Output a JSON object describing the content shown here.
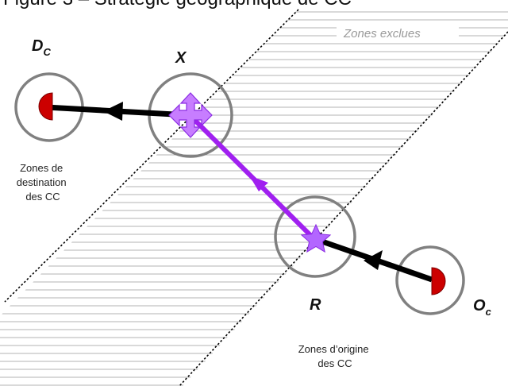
{
  "header_fragment": "Figure 3 – Stratégie géographique de CC",
  "legend": {
    "excluded": "Zones exclues"
  },
  "nodes": {
    "dest": {
      "letter": "D",
      "subscript": "C"
    },
    "x": {
      "label": "X"
    },
    "r": {
      "label": "R"
    },
    "origin": {
      "letter": "O",
      "subscript": "c"
    }
  },
  "captions": {
    "dest_zone": [
      "Zones de",
      "destination",
      "des CC"
    ],
    "origin_zone": [
      "Zones d’origine",
      "des CC"
    ]
  },
  "colors": {
    "arrow_black": "#000000",
    "arrow_purple": "#a020f0",
    "marker_purple": "#c77dff",
    "half_disc_red": "#cc0000",
    "zone_circle": "#808080",
    "hatch": "#b3b3b3",
    "boundary": "#000000"
  },
  "icons": {
    "x_marker": "four-way-arrow-cross-icon",
    "r_marker": "star-icon",
    "dest_marker": "half-disc-icon",
    "origin_marker": "half-disc-icon"
  }
}
